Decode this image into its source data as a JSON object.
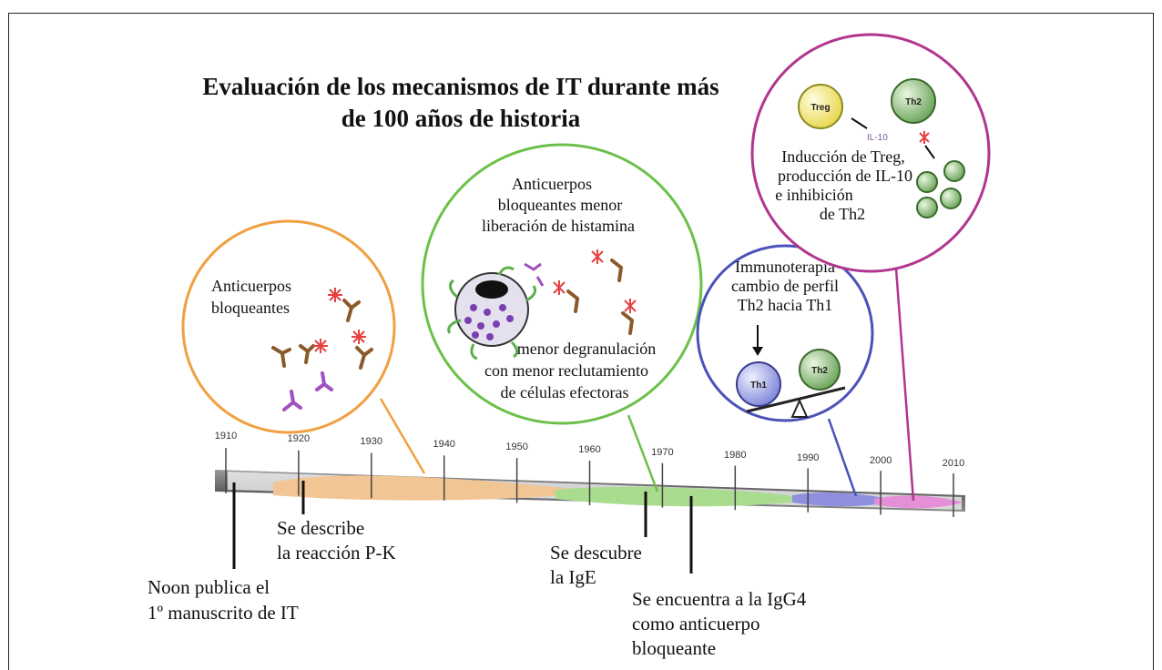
{
  "title": {
    "line1": "Evaluación de los mecanismos de IT durante más",
    "line2": "de 100 años de historia"
  },
  "timeline": {
    "years": [
      "1910",
      "1920",
      "1930",
      "1940",
      "1950",
      "1960",
      "1970",
      "1980",
      "1990",
      "2000",
      "2010"
    ],
    "era_colors": {
      "orange": "#f2c594",
      "green": "#a9dc8f",
      "blue": "#8f8fe0",
      "magenta": "#e48fd8",
      "bar": "#6e6e6e"
    }
  },
  "events": {
    "noon": {
      "line1": "Noon publica el",
      "line2": "1º manuscrito de IT"
    },
    "pk": {
      "line1": "Se describe",
      "line2": "la reacción P-K"
    },
    "ige": {
      "line1": "Se descubre",
      "line2": "la IgE"
    },
    "igg4": {
      "line1": "Se encuentra a la IgG4",
      "line2": "como anticuerpo",
      "line3": "bloqueante"
    }
  },
  "circles": {
    "orange": {
      "line1": "Anticuerpos",
      "line2": "bloqueantes",
      "color": "#f0a040"
    },
    "green": {
      "top1": "Anticuerpos",
      "top2": "bloqueantes menor",
      "top3": "liberación de histamina",
      "bot1": "menor degranulación",
      "bot2": "con menor reclutamiento",
      "bot3": "de células efectoras",
      "color": "#6cc04a"
    },
    "blue": {
      "line1": "Immunoterapia",
      "line2": "cambio de perfil",
      "line3": "Th2 hacia Th1",
      "th1": "Th1",
      "th2": "Th2",
      "color": "#4a52b8"
    },
    "magenta": {
      "treg": "Treg",
      "th2": "Th2",
      "il10": "IL-10",
      "line1": "Inducción de Treg,",
      "line2": "producción de IL-10",
      "line3": "e inhibición",
      "line4": "de Th2",
      "color": "#b0368e"
    }
  }
}
